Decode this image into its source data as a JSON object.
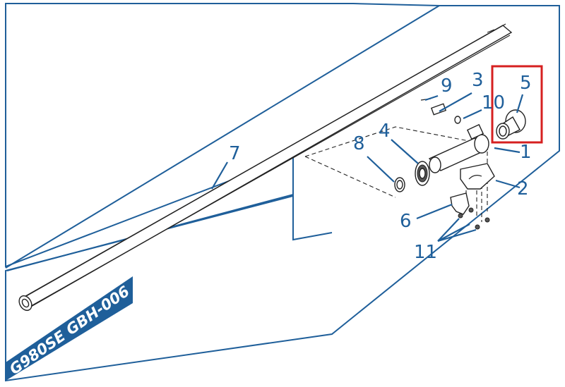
{
  "diagram": {
    "model_code": "G980SE GBH-006",
    "callouts": [
      {
        "id": "c1",
        "text": "1"
      },
      {
        "id": "c2",
        "text": "2"
      },
      {
        "id": "c3",
        "text": "3"
      },
      {
        "id": "c4",
        "text": "4"
      },
      {
        "id": "c5",
        "text": "5"
      },
      {
        "id": "c6",
        "text": "6"
      },
      {
        "id": "c7",
        "text": "7"
      },
      {
        "id": "c8",
        "text": "8"
      },
      {
        "id": "c9",
        "text": "9"
      },
      {
        "id": "c10",
        "text": "10"
      },
      {
        "id": "c11",
        "text": "11"
      }
    ],
    "colors": {
      "accent": "#1f5f9a",
      "highlight": "#d62020",
      "line": "#222222"
    },
    "highlighted_part": "5"
  }
}
